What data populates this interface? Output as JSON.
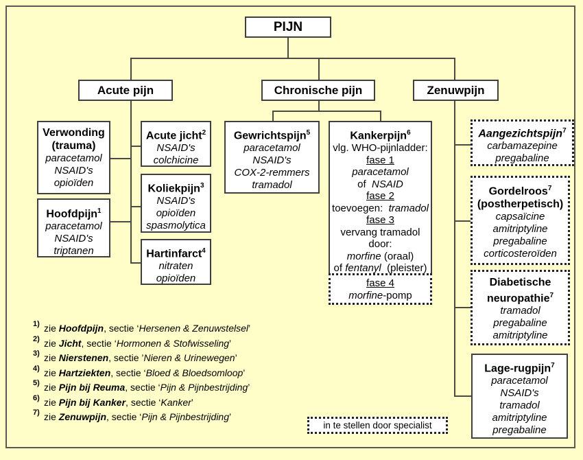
{
  "root": {
    "label": "PIJN"
  },
  "categories": [
    {
      "label": "Acute pijn"
    },
    {
      "label": "Chronische pijn"
    },
    {
      "label": "Zenuwpijn"
    }
  ],
  "acute": {
    "verwonding": {
      "title": "Verwonding",
      "title2": "(trauma)",
      "meds": [
        "paracetamol",
        "NSAID's",
        "opioïden"
      ]
    },
    "hoofdpijn": {
      "title": "Hoofdpijn",
      "ref": "1",
      "meds": [
        "paracetamol",
        "NSAID's",
        "triptanen"
      ]
    },
    "jicht": {
      "title": "Acute jicht",
      "ref": "2",
      "meds": [
        "NSAID's",
        "colchicine"
      ]
    },
    "koliek": {
      "title": "Koliekpijn",
      "ref": "3",
      "meds": [
        "NSAID's",
        "opioïden",
        "spasmolytica"
      ]
    },
    "hartinfarct": {
      "title": "Hartinfarct",
      "ref": "4",
      "meds": [
        "nitraten",
        "opioïden"
      ]
    }
  },
  "chronic": {
    "gewricht": {
      "title": "Gewrichtspijn",
      "ref": "5",
      "meds": [
        "paracetamol",
        "NSAID's",
        "COX-2-remmers",
        "tramadol"
      ]
    },
    "kanker": {
      "title": "Kankerpijn",
      "ref": "6",
      "intro": "vlg. WHO-pijnladder:",
      "fase1": "fase 1",
      "fase1_med": "paracetamol",
      "fase1_of": "of",
      "fase1_alt": "NSAID",
      "fase2": "fase 2",
      "fase2_text": "toevoegen:",
      "fase2_med": "tramadol",
      "fase3": "fase 3",
      "fase3_text1": "vervang tramadol",
      "fase3_text2": "door:",
      "fase3_med1": "morfine",
      "fase3_med1_note": "(oraal)",
      "fase3_of": "of",
      "fase3_med2": "fentanyl",
      "fase3_med2_note": "(pleister)",
      "fase4": "fase 4",
      "fase4_med": "morfine",
      "fase4_suffix": "-pomp"
    }
  },
  "nerve": {
    "aangezicht": {
      "title": "Aangezichtspijn",
      "ref": "7",
      "meds": [
        "carbamazepine",
        "pregabaline"
      ]
    },
    "gordelroos": {
      "title": "Gordelroos",
      "title2": "(postherpetisch)",
      "ref": "7",
      "meds": [
        "capsaïcine",
        "amitriptyline",
        "pregabaline",
        "corticosteroïden"
      ]
    },
    "diabetisch": {
      "title": "Diabetische",
      "title2": "neuropathie",
      "ref": "7",
      "meds": [
        "tramadol",
        "pregabaline",
        "amitriptyline"
      ]
    },
    "rugpijn": {
      "title": "Lage-rugpijn",
      "ref": "7",
      "meds": [
        "paracetamol",
        "NSAID's",
        "tramadol",
        "amitriptyline",
        "pregabaline"
      ]
    }
  },
  "footnotes": [
    {
      "num": "1)",
      "pre": "zie",
      "topic": "Hoofdpijn",
      "mid": ", sectie ‘",
      "section": "Hersenen & Zenuwstelsel",
      "post": "’"
    },
    {
      "num": "2)",
      "pre": "zie",
      "topic": "Jicht",
      "mid": ", sectie ‘",
      "section": "Hormonen & Stofwisseling",
      "post": "’"
    },
    {
      "num": "3)",
      "pre": "zie",
      "topic": "Nierstenen",
      "mid": ", sectie ’",
      "section": "Nieren & Urinewegen",
      "post": "’"
    },
    {
      "num": "4)",
      "pre": "zie",
      "topic": "Hartziekten",
      "mid": ", sectie ‘",
      "section": "Bloed & Bloedsomloop",
      "post": "’"
    },
    {
      "num": "5)",
      "pre": "zie",
      "topic": "Pijn bij Reuma",
      "mid": ", sectie ‘",
      "section": "Pijn & Pijnbestrijding",
      "post": "’"
    },
    {
      "num": "6)",
      "pre": "zie",
      "topic": "Pijn bij Kanker",
      "mid": ", sectie ‘",
      "section": "Kanker",
      "post": "’"
    },
    {
      "num": "7)",
      "pre": "zie",
      "topic": "Zenuwpijn",
      "mid": ", sectie ‘",
      "section": "Pijn & Pijnbestrijding",
      "post": "’"
    }
  ],
  "legend": {
    "label": "in te stellen door specialist"
  }
}
